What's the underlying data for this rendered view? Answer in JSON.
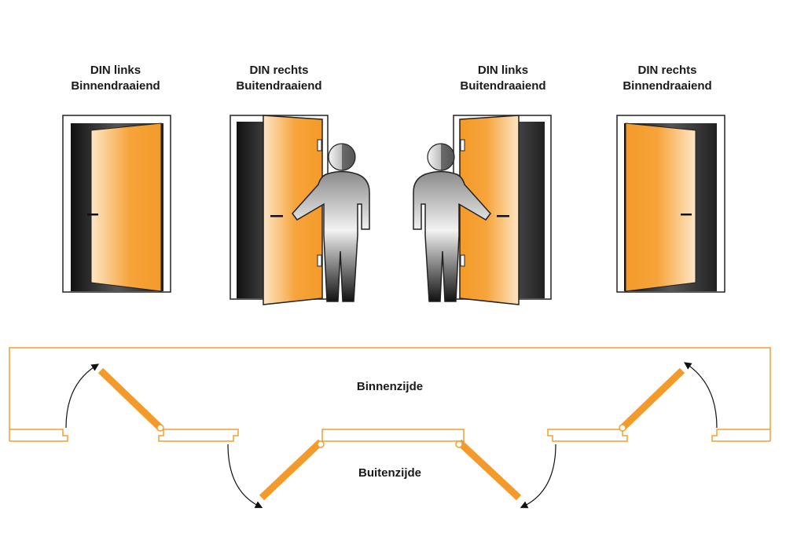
{
  "doors": [
    {
      "din": "DIN links",
      "opening": "Binnendraaiend"
    },
    {
      "din": "DIN rechts",
      "opening": "Buitendraaiend"
    },
    {
      "din": "DIN links",
      "opening": "Buitendraaiend"
    },
    {
      "din": "DIN rechts",
      "opening": "Binnendraaiend"
    }
  ],
  "plan": {
    "inside_label": "Binnenzijde",
    "outside_label": "Buitenzijde"
  },
  "colors": {
    "door_orange": "#f49a2a",
    "frame_dark": "#1c1c1c",
    "wall_outline": "#f0a030"
  }
}
